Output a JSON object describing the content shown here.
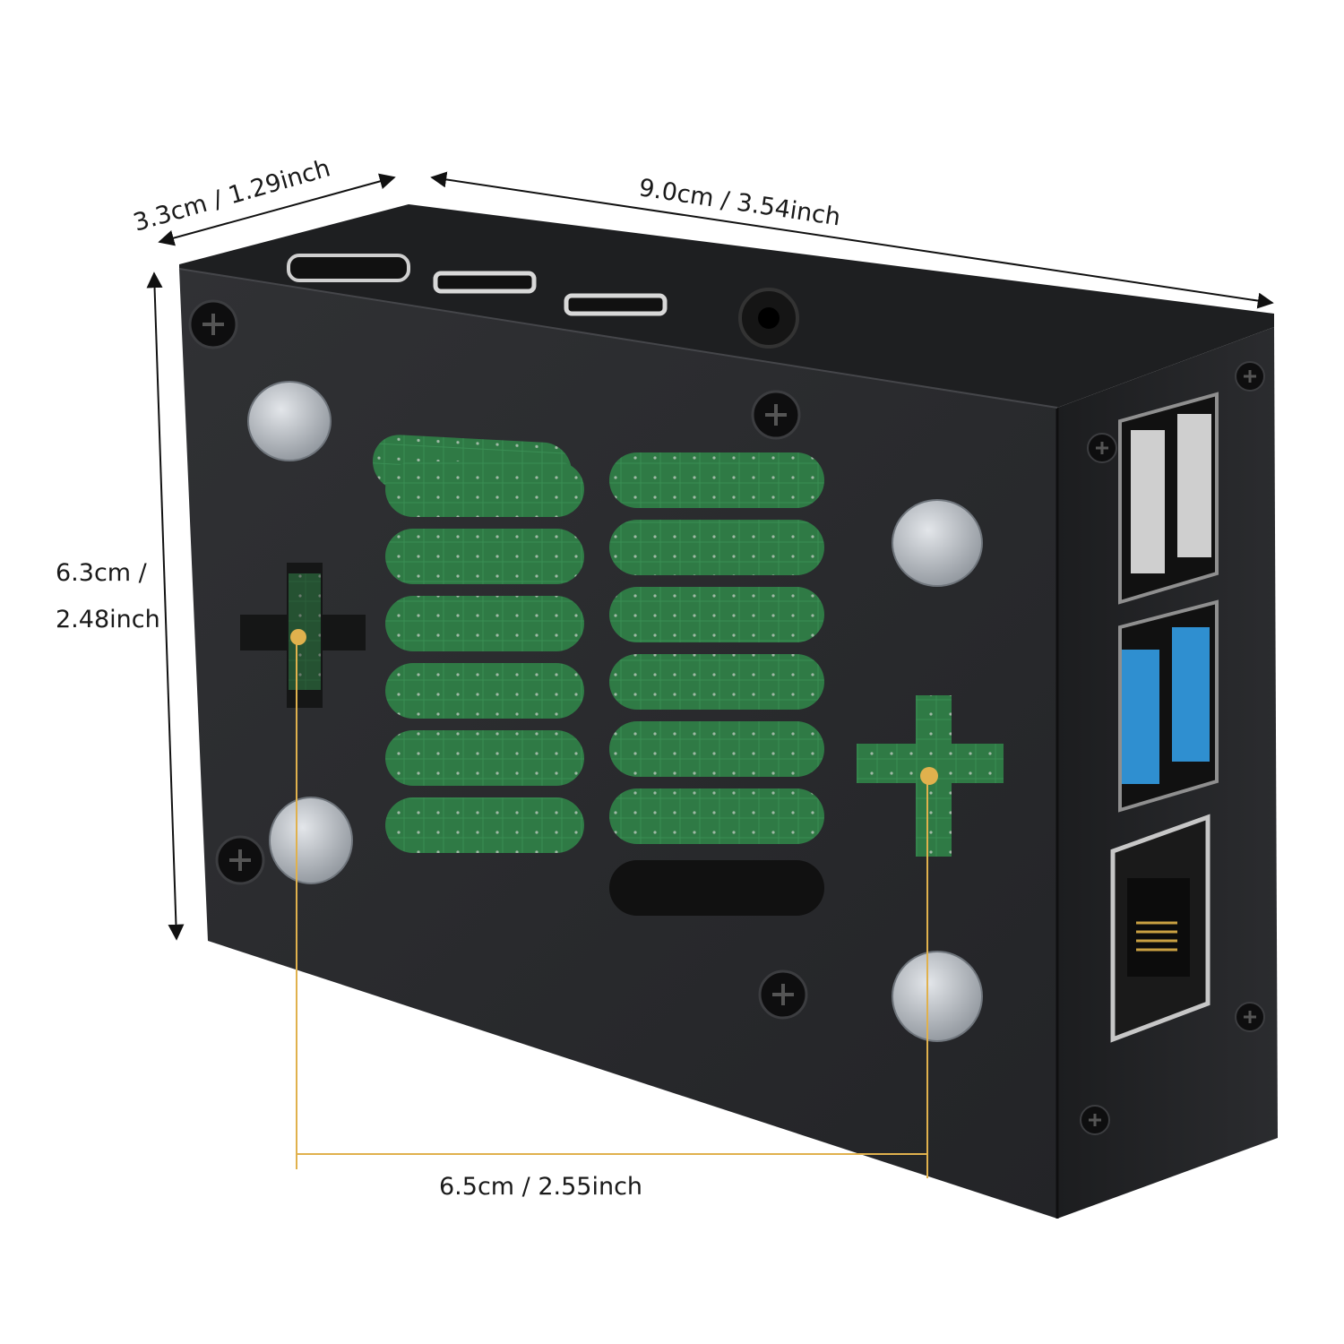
{
  "dimensions": {
    "depth": "3.3cm / 1.29inch",
    "width": "9.0cm / 3.54inch",
    "height_line1": "6.3cm /",
    "height_line2": "2.48inch",
    "mount_spacing": "6.5cm / 2.55inch"
  },
  "colors": {
    "background": "#ffffff",
    "case": "#2a2b2e",
    "case_dark": "#1b1c1e",
    "pcb": "#2f7a45",
    "usb3": "#2f8fd0",
    "ethernet_pins": "#c9a042",
    "mount_line": "#e0b14d"
  },
  "icons": [
    "screw-icon",
    "rubber-foot-icon",
    "usb-port-icon",
    "ethernet-port-icon"
  ]
}
